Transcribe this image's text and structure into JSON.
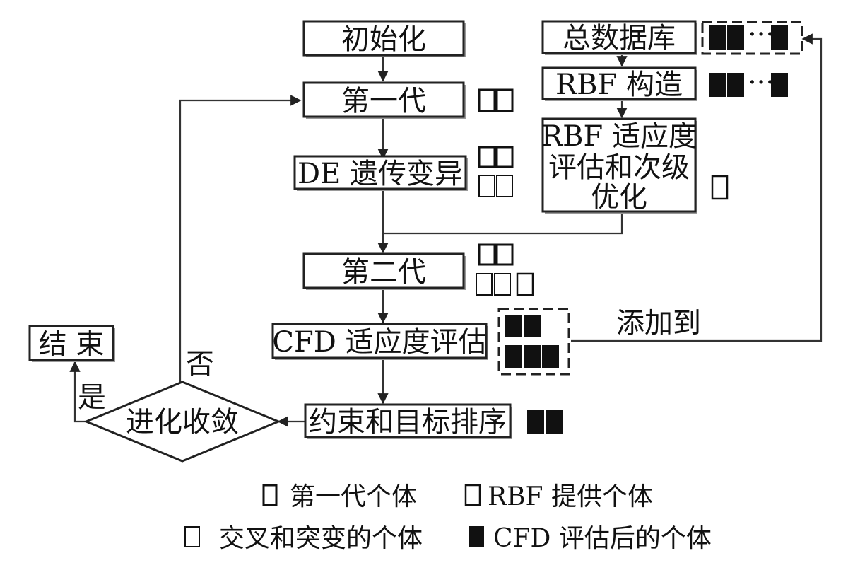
{
  "nodes": {
    "init": "初始化",
    "gen1": "第一代",
    "de": "DE 遗传变异",
    "gen2": "第二代",
    "cfd_eval": "CFD 适应度评估",
    "sort": "约束和目标排序",
    "converge": "进化收敛",
    "end": "结 束",
    "database": "总数据库",
    "rbf_build": "RBF 构造",
    "rbf_eval_line1": "RBF 适应度",
    "rbf_eval_line2": "评估和次级",
    "rbf_eval_line3": "优化"
  },
  "edge_labels": {
    "no": "否",
    "yes": "是",
    "add_to": "添加到",
    "ellipsis": "···"
  },
  "legend": {
    "first_gen": "第一代个体",
    "rbf": "RBF 提供个体",
    "crossover": "交叉和突变的个体",
    "cfd": "CFD 评估后的个体"
  }
}
